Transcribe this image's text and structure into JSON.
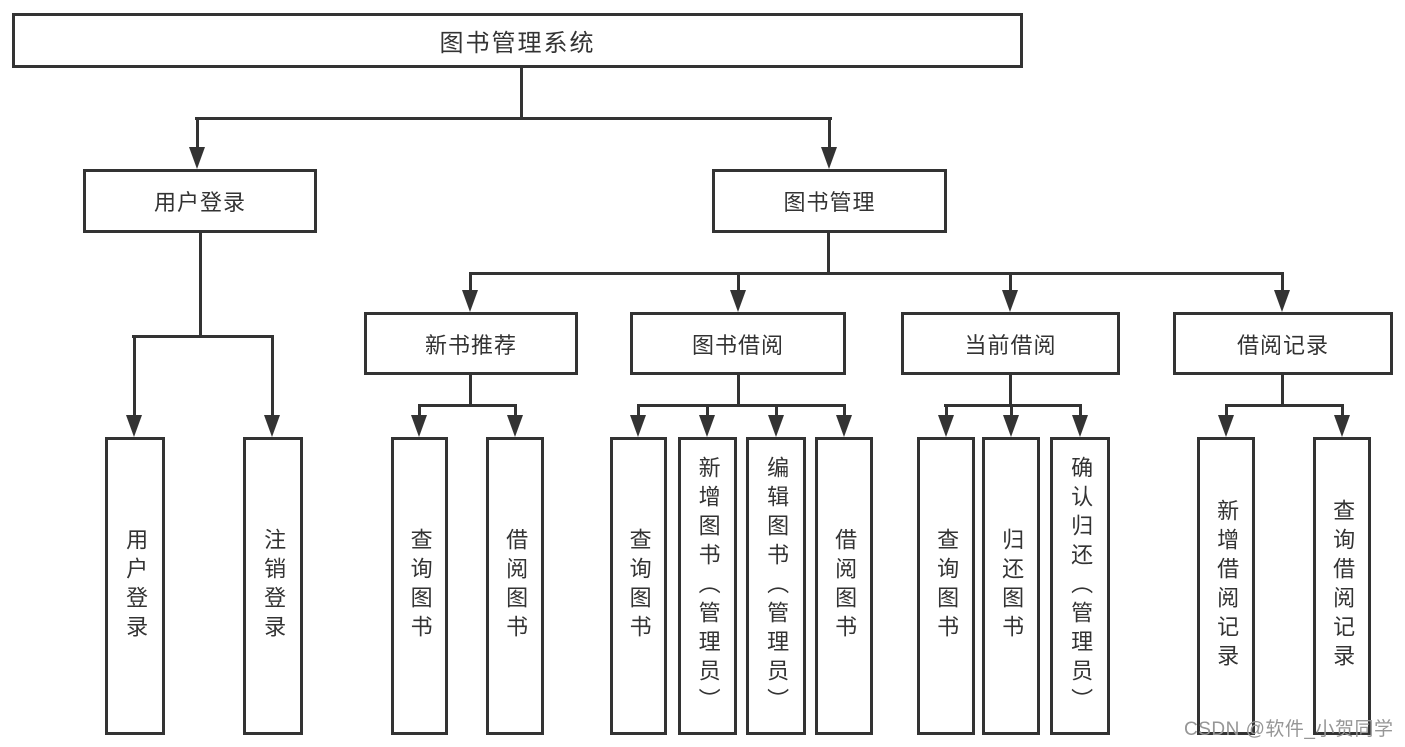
{
  "diagram": {
    "type": "hierarchy-tree",
    "colors": {
      "background": "#ffffff",
      "line": "#333333",
      "text": "#333333",
      "watermark": "#969696"
    },
    "watermark": {
      "text": "CSDN @软件_小贺同学"
    },
    "tree": {
      "root": {
        "label": "图书管理系统"
      },
      "branches": [
        {
          "label": "用户登录",
          "children": [
            {
              "label": "用户登录"
            },
            {
              "label": "注销登录"
            }
          ]
        },
        {
          "label": "图书管理",
          "children": [
            {
              "label": "新书推荐",
              "children": [
                {
                  "label": "查询图书"
                },
                {
                  "label": "借阅图书"
                }
              ]
            },
            {
              "label": "图书借阅",
              "children": [
                {
                  "label": "查询图书"
                },
                {
                  "label": "新增图书（管理员）"
                },
                {
                  "label": "编辑图书（管理员）"
                },
                {
                  "label": "借阅图书"
                }
              ]
            },
            {
              "label": "当前借阅",
              "children": [
                {
                  "label": "查询图书"
                },
                {
                  "label": "归还图书"
                },
                {
                  "label": "确认归还（管理员）"
                }
              ]
            },
            {
              "label": "借阅记录",
              "children": [
                {
                  "label": "新增借阅记录"
                },
                {
                  "label": "查询借阅记录"
                }
              ]
            }
          ]
        }
      ]
    }
  }
}
